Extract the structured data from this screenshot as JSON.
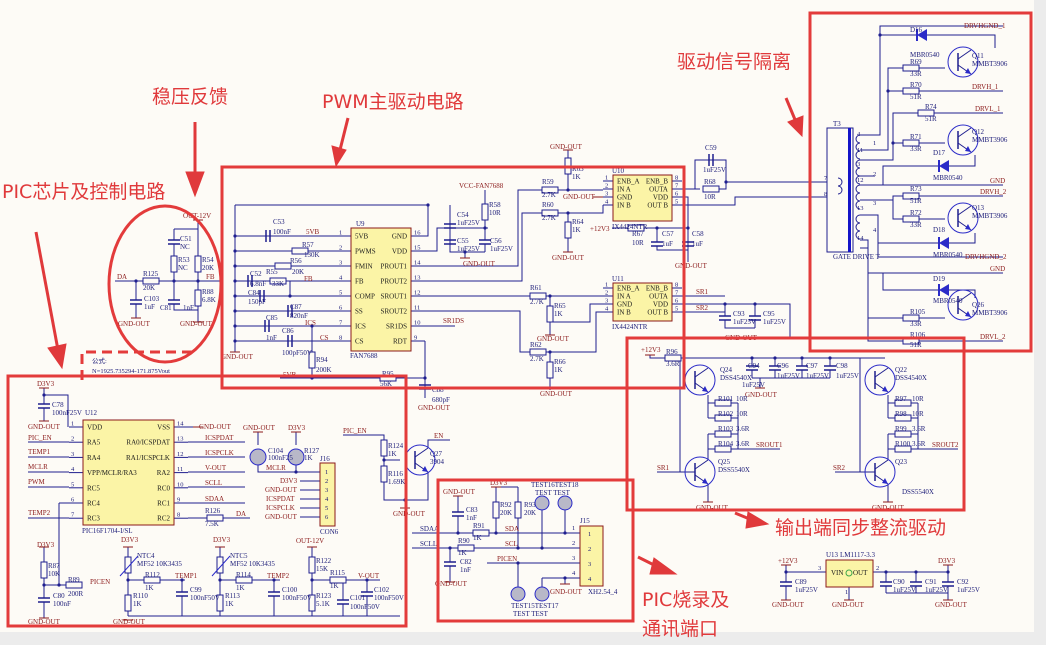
{
  "annotations": {
    "feedback": "稳压反馈",
    "pic_control": "PIC芯片及控制电路",
    "pwm_main": "PWM主驱动电路",
    "isolation": "驱动信号隔离",
    "sync_rect": "输出端同步整流驱动",
    "prog_1": "PIC烧录及",
    "prog_2": "通讯端口",
    "formula_title": "公式:",
    "formula": "N=1925.735294-171.875Vout"
  },
  "colors": {
    "annotation": "#e0393b",
    "wire": "#1f1f8f",
    "net": "#8b1a1a",
    "ic_fill": "#fbf4a6",
    "background": "#fdfbf6"
  },
  "feedback": {
    "nets": {
      "out12v": "OUT-12V",
      "da": "DA",
      "fb": "FB",
      "gnd1": "GND-OUT",
      "gnd2": "GND-OUT"
    },
    "C51": [
      "C51",
      "NC"
    ],
    "R53": [
      "R53",
      "NC"
    ],
    "R54": [
      "R54",
      "20K"
    ],
    "R125": [
      "R125",
      "20K"
    ],
    "C103": [
      "C103",
      "1uF"
    ],
    "C81": [
      "C81",
      "1nF"
    ],
    "R88": [
      "R88",
      "6.8K"
    ]
  },
  "pwm": {
    "U9": {
      "ref": "U9",
      "part": "FAN7688",
      "left": [
        "5VB",
        "PWMS",
        "FMIN",
        "FB",
        "COMP",
        "SS",
        "ICS",
        "CS"
      ],
      "right": [
        "GND",
        "VDD",
        "PROUT1",
        "PROUT2",
        "SROUT1",
        "SROUT2",
        "SR1DS",
        "RDT"
      ],
      "left_pins": [
        "1",
        "2",
        "3",
        "4",
        "5",
        "6",
        "7",
        "8"
      ],
      "right_pins": [
        "16",
        "15",
        "14",
        "13",
        "12",
        "11",
        "10",
        "9"
      ]
    },
    "nets": {
      "vb5": "5VB",
      "fb": "FB",
      "ics": "ICS",
      "cs": "CS",
      "vcc": "VCC-FAN7688",
      "gnd1": "GND-OUT",
      "gnd2": "GND-OUT",
      "sr1ds": "SR1DS",
      "vb5b": "5VB",
      "gnd3": "GND-OUT"
    },
    "C53": [
      "C53",
      "100nF"
    ],
    "R57": [
      "R57",
      "130K"
    ],
    "R56": [
      "R56",
      "20K"
    ],
    "C52": [
      "C52",
      "6.8nF"
    ],
    "R55": [
      "R55",
      "33K"
    ],
    "C84": [
      "C84",
      "150pF"
    ],
    "C87": [
      "C87",
      "820nF"
    ],
    "C85": [
      "C85",
      "1nF"
    ],
    "C86": [
      "C86",
      "100pF50V"
    ],
    "R94": [
      "R94",
      "200K"
    ],
    "R95": [
      "R95",
      "56K"
    ],
    "C88": [
      "C88",
      "680pF"
    ],
    "C54": [
      "C54",
      "1uF25V"
    ],
    "R58": [
      "R58",
      "10R"
    ],
    "C55": [
      "C55",
      "1uF25V"
    ],
    "C56": [
      "C56",
      "1uF25V"
    ]
  },
  "driver": {
    "U10": {
      "ref": "U10",
      "part": "IX4424NTR",
      "left": [
        "ENB_A",
        "IN A",
        "GND",
        "IN B"
      ],
      "right": [
        "ENB_B",
        "OUTA",
        "VDD",
        "OUT B"
      ],
      "left_pins": [
        "1",
        "2",
        "3",
        "4"
      ],
      "right_pins": [
        "8",
        "7",
        "6",
        "5"
      ]
    },
    "U11": {
      "ref": "U11",
      "part": "IX4424NTR",
      "left": [
        "ENB_A",
        "IN A",
        "GND",
        "IN B"
      ],
      "right": [
        "ENB_B",
        "OUTA",
        "VDD",
        "OUT B"
      ],
      "left_pins": [
        "1",
        "2",
        "3",
        "4"
      ],
      "right_pins": [
        "8",
        "7",
        "6",
        "5"
      ]
    },
    "nets": {
      "gnd_top": "GND-OUT",
      "gnd_u10": "GND-OUT",
      "gnd_r64": "GND-OUT",
      "v12": "+12V3",
      "gnd_c57": "GND-OUT",
      "gnd_r65": "GND-OUT",
      "gnd_r66": "GND-OUT",
      "sr1": "SR1",
      "sr2": "SR2",
      "gnd_c93": "GND-OUT"
    },
    "R59": [
      "R59",
      "2.7K"
    ],
    "R60": [
      "R60",
      "2.7K"
    ],
    "R63": [
      "R63",
      "1K"
    ],
    "R64": [
      "R64",
      "1K"
    ],
    "R67": [
      "R67",
      "10R"
    ],
    "C57": [
      "C57",
      "1uF"
    ],
    "C58": [
      "C58",
      "1uF"
    ],
    "C59": [
      "C59",
      "1uF25V"
    ],
    "R68": [
      "R68",
      "10R"
    ],
    "R61": [
      "R61",
      "2.7K"
    ],
    "R65": [
      "R65",
      "1K"
    ],
    "R62": [
      "R62",
      "2.7K"
    ],
    "R66": [
      "R66",
      "1K"
    ],
    "C93": [
      "C93",
      "1uF25V"
    ],
    "C95": [
      "C95",
      "1uF25V"
    ]
  },
  "isolation": {
    "T3": {
      "ref": "T3",
      "part": "GATE DRIVE T",
      "pins": [
        "7",
        "8",
        "4",
        "11",
        "1",
        "3",
        "12",
        "2",
        "13",
        "3",
        "14",
        "4"
      ]
    },
    "nets": {
      "drvhgnd1": "DRVHGND_1",
      "drvh1": "DRVH_1",
      "drvl1": "DRVL_1",
      "gnd1": "GND",
      "drvh2": "DRVH_2",
      "drvhgnd2": "DRVHGND_2",
      "gnd2": "GND",
      "drvl2": "DRVL_2"
    },
    "D16": [
      "D16",
      "MBR0540"
    ],
    "D17": [
      "D17",
      "MBR0540"
    ],
    "D18": [
      "D18",
      "MBR0540"
    ],
    "D19": [
      "D19",
      "MBR0540"
    ],
    "Q11": [
      "Q11",
      "MMBT3906"
    ],
    "Q12": [
      "Q12",
      "MMBT3906"
    ],
    "Q13": [
      "Q13",
      "MMBT3906"
    ],
    "Q26": [
      "Q26",
      "MMBT3906"
    ],
    "R69": [
      "R69",
      "33R"
    ],
    "R70": [
      "R70",
      "51R"
    ],
    "R74": [
      "R74",
      "51R"
    ],
    "R71": [
      "R71",
      "33R"
    ],
    "R73": [
      "R73",
      "51R"
    ],
    "R72": [
      "R72",
      "33R"
    ],
    "R105": [
      "R105",
      "33R"
    ],
    "R106": [
      "R106",
      "51R"
    ]
  },
  "sync": {
    "nets": {
      "v12": "+12V3",
      "gnd_c": "GND-OUT",
      "srout1": "SROUT1",
      "srout2": "SROUT2",
      "sr1": "SR1",
      "sr2": "SR2",
      "gnd1": "GND-OUT",
      "gnd2": "GND-OUT"
    },
    "R96": [
      "R96",
      "3.6R"
    ],
    "Q24": [
      "Q24",
      "DSS4540X"
    ],
    "Q22": [
      "Q22",
      "DSS4540X"
    ],
    "Q25": [
      "Q25",
      "DSS5540X"
    ],
    "Q23": [
      "Q23",
      "DSS5540X"
    ],
    "C94": [
      "C94",
      "1uF25V"
    ],
    "C96": [
      "C96",
      "1uF25V"
    ],
    "C97": [
      "C97",
      "1uF25V"
    ],
    "C98": [
      "C98",
      "1uF25V"
    ],
    "R101": [
      "R101",
      "10R"
    ],
    "R102": [
      "R102",
      "10R"
    ],
    "R103": [
      "R103",
      "3.6R"
    ],
    "R104": [
      "R104",
      "3.6R"
    ],
    "R97": [
      "R97",
      "10R"
    ],
    "R98": [
      "R98",
      "10R"
    ],
    "R99": [
      "R99",
      "3.6R"
    ],
    "R100": [
      "R100",
      "3.6R"
    ]
  },
  "pic": {
    "U12": {
      "ref": "U12",
      "part": "PIC16F1704-I/SL",
      "left": [
        "VDD",
        "RA5",
        "RA4",
        "VPP/MCLR/RA3",
        "RC5",
        "RC4",
        "RC3"
      ],
      "right": [
        "VSS",
        "RA0/ICSPDAT",
        "RA1/ICSPCLK",
        "RA2",
        "RC0",
        "RC1",
        "RC2"
      ],
      "left_pins": [
        "1",
        "2",
        "3",
        "4",
        "5",
        "6",
        "7"
      ],
      "right_pins": [
        "14",
        "13",
        "12",
        "11",
        "10",
        "9",
        "8"
      ]
    },
    "J16": {
      "ref": "J16",
      "part": "CON6",
      "pins": [
        "1",
        "2",
        "3",
        "4",
        "5",
        "6"
      ]
    },
    "nets": {
      "d3v3_a": "D3V3",
      "gnd_a": "GND-OUT",
      "pic_en": "PIC_EN",
      "temp1": "TEMP1",
      "mclr": "MCLR",
      "pwm": "PWM",
      "temp2": "TEMP2",
      "gnd_vss": "GND-OUT",
      "icspdat": "ICSPDAT",
      "icspclk": "ICSPCLK",
      "vout": "V-OUT",
      "scll": "SCLL",
      "sdaa": "SDAA",
      "da": "DA",
      "gnd_c104": "GND-OUT",
      "d3v3_r127": "D3V3",
      "mclr2": "MCLR",
      "j_d3v3": "D3V3",
      "j_gnd1": "GND-OUT",
      "j_icspdat": "ICSPDAT",
      "j_icspclk": "ICSPCLK",
      "j_gnd2": "GND-OUT",
      "d3v3_b": "D3V3",
      "picen": "PICEN",
      "gnd_b": "GND-OUT",
      "d3v3_c": "D3V3",
      "temp1b": "TEMP1",
      "gnd_c": "GND-OUT",
      "d3v3_d": "D3V3",
      "temp2b": "TEMP2",
      "out12v": "OUT-12V",
      "voutb": "V-OUT",
      "pic_en2": "PIC_EN",
      "en": "EN",
      "gnd_q27": "GND-OUT"
    },
    "C78": [
      "C78",
      "100nF25V"
    ],
    "R126": [
      "R126",
      "7.5K"
    ],
    "C104": [
      "C104",
      "100nF25"
    ],
    "R127": [
      "R127",
      "1K"
    ],
    "R87": [
      "R87",
      "10K"
    ],
    "R89": [
      "R89",
      "200R"
    ],
    "C80": [
      "C80",
      "100nF"
    ],
    "NTC4": [
      "NTC4",
      "MF52 10K3435"
    ],
    "R112": [
      "R112",
      "1K"
    ],
    "R110": [
      "R110",
      "1K"
    ],
    "C99": [
      "C99",
      "100nF50V"
    ],
    "NTC5": [
      "NTC5",
      "MF52 10K3435"
    ],
    "R114": [
      "R114",
      "1K"
    ],
    "R113": [
      "R113",
      "1K"
    ],
    "C100": [
      "C100",
      "100nF50V"
    ],
    "R122": [
      "R122",
      "15K"
    ],
    "R115": [
      "R115",
      "1K"
    ],
    "R123": [
      "R123",
      "5.1K"
    ],
    "C101": [
      "C101",
      "100nF50V"
    ],
    "C102": [
      "C102",
      "100nF50V"
    ],
    "R124": [
      "R124",
      "1K"
    ],
    "R116": [
      "R116",
      "1.69K"
    ],
    "Q27": [
      "Q27",
      "3904"
    ]
  },
  "prog": {
    "J15": {
      "ref": "J15",
      "part": "XH2.54_4",
      "pins": [
        "1",
        "2",
        "3",
        "4"
      ]
    },
    "nets": {
      "gnd_c83": "GND-OUT",
      "d3v3": "D3V3",
      "sdaa": "SDAA",
      "sda": "SDA",
      "scll": "SCLL",
      "scl": "SCL",
      "picen": "PICEN",
      "gnd_c82": "GND-OUT",
      "gnd_j15": "GND-OUT"
    },
    "C83": [
      "C83",
      "1nF"
    ],
    "R92": [
      "R92",
      "20K"
    ],
    "R93": [
      "R93",
      "20K"
    ],
    "R91": [
      "R91",
      "1K"
    ],
    "R90": [
      "R90",
      "1K"
    ],
    "C82": [
      "C82",
      "1nF"
    ],
    "tests_top": "TEST16TEST18",
    "tests_top_val": "TEST   TEST",
    "tests_bot": "TEST15TEST17",
    "tests_bot_val": "TEST   TEST"
  },
  "regulator": {
    "U13": {
      "ref": "U13",
      "part": "LM1117-3.3",
      "vin": "VIN",
      "vout": "OUT",
      "pin_in": "3",
      "pin_out": "2",
      "pin_gnd": "1"
    },
    "nets": {
      "v12": "+12V3",
      "gnd1": "GND-OUT",
      "gnd2": "GND-OUT",
      "d3v3": "D3V3",
      "gnd3": "GND-OUT"
    },
    "C89": [
      "C89",
      "1uF25V"
    ],
    "C90": [
      "C90",
      "1uF25V"
    ],
    "C91": [
      "C91",
      "1uF25V"
    ],
    "C92": [
      "C92",
      "1uF25V"
    ]
  }
}
